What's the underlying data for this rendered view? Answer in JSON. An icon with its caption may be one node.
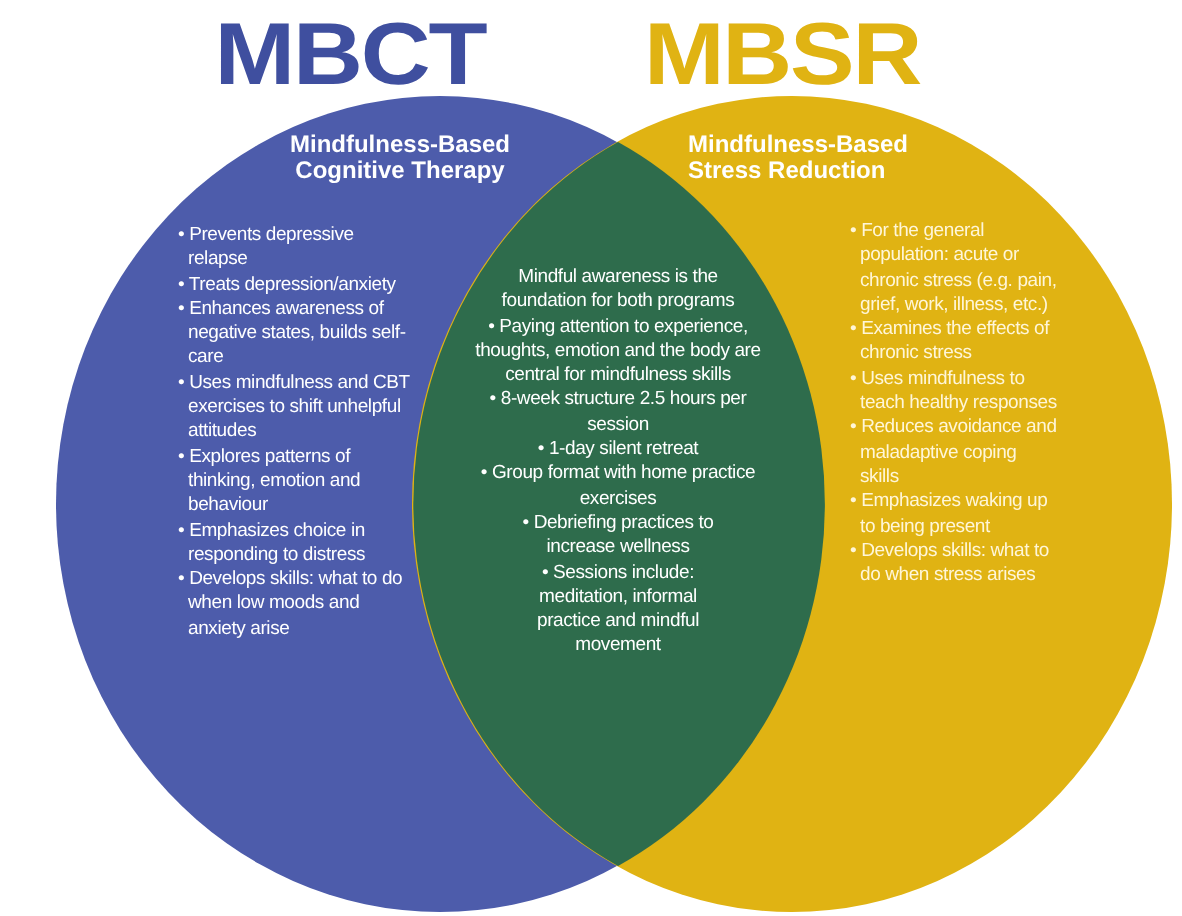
{
  "diagram": {
    "nodes": [
      {
        "text": [
          "MBCT",
          "Mindfulness-Based Cognitive Therapy",
          "• Prevents depressive relapse",
          "• Treats depression/anxiety",
          "• Enhances awareness of negative states, builds self-care",
          "• Uses mindfulness and CBT exercises to shift unhelpful attitudes",
          "• Explores patterns of thinking, emotion and behaviour",
          "• Emphasizes choice in responding to distress",
          "• Develops skills: what to do when low moods and anxiety arise"
        ]
      },
      {
        "text": [
          "MBSR",
          "Mindfulness-Based Stress Reduction",
          "• For the general population: acute or chronic stress (e.g. pain, grief, work, illness, etc.)",
          "• Examines the effects of chronic stress",
          "• Uses mindfulness to teach healthy responses",
          "• Reduces avoidance and maladaptive coping skills",
          "• Emphasizes waking up to being present",
          "• Develops skills: what to do when stress arises"
        ]
      },
      {
        "text": [
          "Mindful awareness is the foundation for both programs",
          "• Paying attention to experience, thoughts, emotion and the body are central for mindfulness skills",
          "• 8-week structure 2.5 hours per session",
          "• 1-day silent retreat",
          "• Group format with home practice exercises",
          "• Debriefing practices to increase wellness",
          "• Sessions include: meditation, informal practice and mindful movement"
        ]
      }
    ],
    "edges": []
  }
}
